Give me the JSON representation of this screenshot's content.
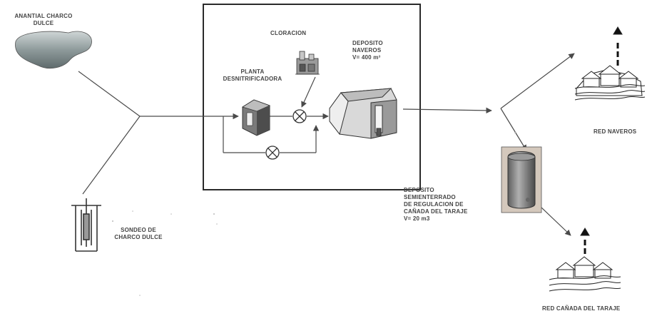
{
  "title": "",
  "nodes": {
    "spring": {
      "lines": [
        "ANANTIAL CHARCO",
        "DULCE"
      ]
    },
    "borehole": {
      "lines": [
        "SONDEO DE",
        "CHARCO DULCE"
      ]
    },
    "chlorination": {
      "label": "CLORACION"
    },
    "treatment_plant": {
      "lines": [
        "PLANTA",
        "DESNITRIFICADORA"
      ]
    },
    "naveros_tank": {
      "lines": [
        "DEPOSITO",
        "NAVEROS",
        "V= 400 m³"
      ]
    },
    "semi_buried_tank": {
      "lines": [
        "DEPOSITO",
        "SEMIENTERRADO",
        "DE REGULACION DE",
        "CAÑADA DEL TARAJE",
        "V= 20 m3"
      ]
    },
    "red_naveros": {
      "label": "RED NAVEROS"
    },
    "red_canada": {
      "label": "RED CAÑADA DEL TARAJE"
    }
  },
  "colors": {
    "line": "#4a4a4a",
    "box_border": "#2a2a2a",
    "spring_fill": "#7d8a8c",
    "tank_fill": "#8c8c8c"
  },
  "icons": {
    "valve": "circle-x-valve-icon",
    "plant": "treatment-unit-icon",
    "chlorinator": "chlorine-dosing-icon",
    "reservoir": "reservoir-icon",
    "cistern": "cylindrical-tank-icon",
    "town": "town-houses-icon",
    "well": "borehole-icon"
  }
}
